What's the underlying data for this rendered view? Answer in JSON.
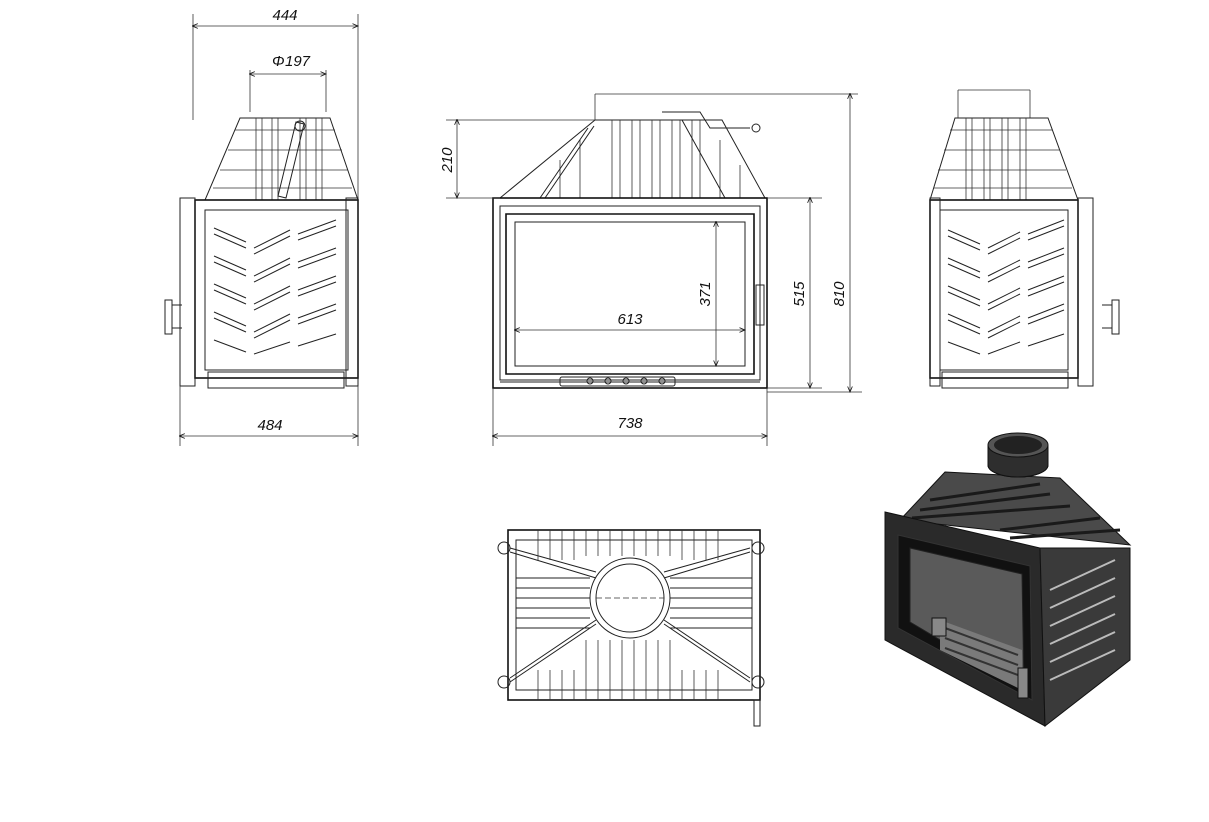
{
  "dimensions": {
    "side_depth": "444",
    "flue_diameter": "197",
    "side_width": "484",
    "hood_height": "210",
    "glass_height": "371",
    "door_height": "515",
    "total_height": "810",
    "glass_width": "613",
    "total_width": "738"
  },
  "symbols": {
    "diameter": "Φ"
  },
  "colors": {
    "line": "#222222",
    "render_dark": "#2a2a2a",
    "render_mid": "#4a4a4a",
    "render_light": "#7a7a7a"
  }
}
